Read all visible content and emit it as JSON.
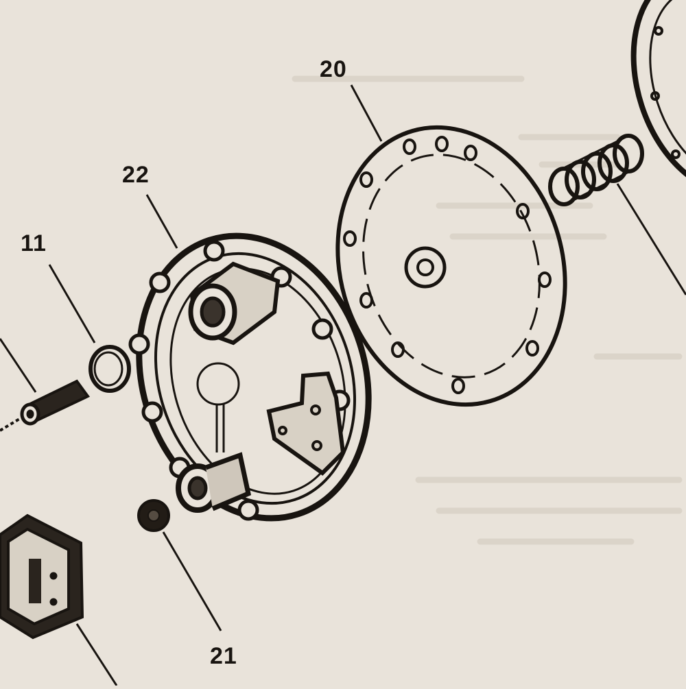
{
  "callouts": [
    {
      "id": "20",
      "text": "20"
    },
    {
      "id": "22",
      "text": "22"
    },
    {
      "id": "11",
      "text": "11"
    },
    {
      "id": "21",
      "text": "21"
    }
  ],
  "colors": {
    "paper": "#e9e3da",
    "ink": "#181410",
    "faded_text": "#d9d2c7"
  }
}
